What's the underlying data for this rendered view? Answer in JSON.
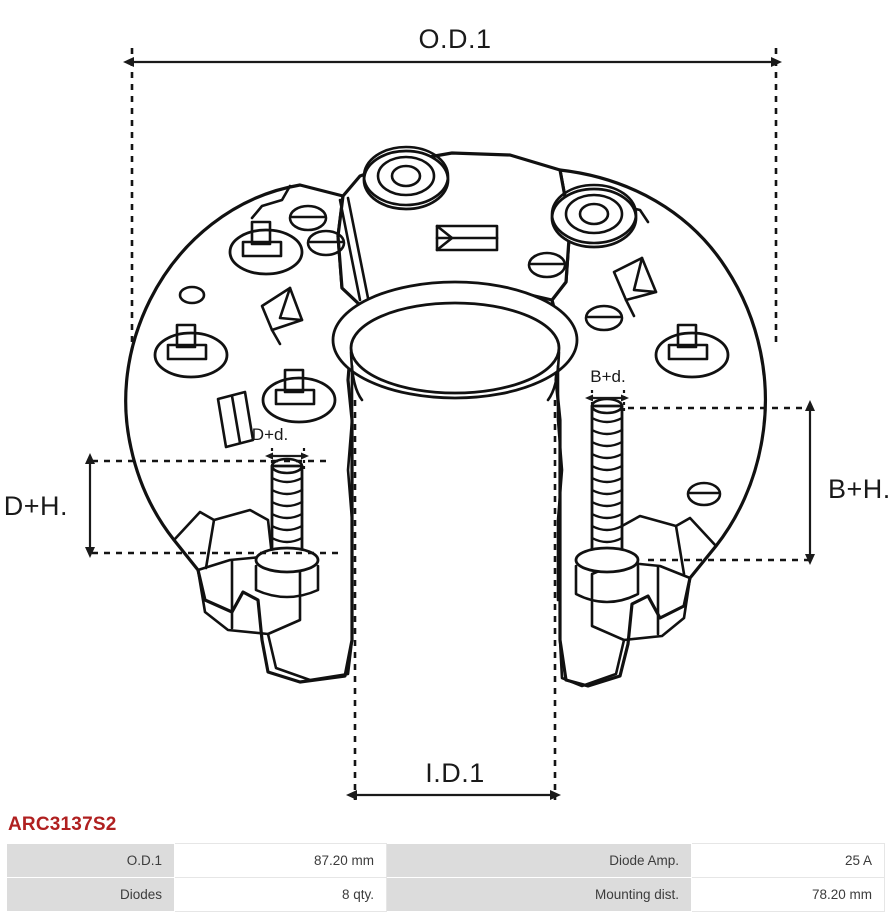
{
  "part": {
    "code": "ARC3137S2"
  },
  "drawing": {
    "labels": {
      "od1": "O.D.1",
      "id1": "I.D.1",
      "d_plus_h": "D+H.",
      "b_plus_h": "B+H.",
      "d_plus_d": "D+d.",
      "b_plus_d": "B+d."
    },
    "stroke_color": "#111111",
    "background": "#ffffff"
  },
  "spec_table": {
    "rows": [
      {
        "left_label": "O.D.1",
        "left_value": "87.20 mm",
        "right_label": "Diode Amp.",
        "right_value": "25 A"
      },
      {
        "left_label": "Diodes",
        "left_value": "8 qty.",
        "right_label": "Mounting dist.",
        "right_value": "78.20 mm"
      }
    ]
  },
  "colors": {
    "title": "#b02020",
    "label_cell": "#dcdcdc",
    "value_cell": "#ffffff"
  }
}
